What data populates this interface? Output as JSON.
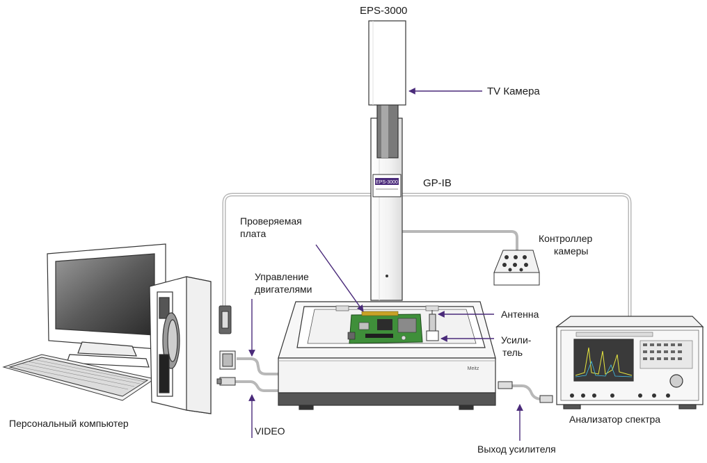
{
  "labels": {
    "eps_title": "EPS-3000",
    "tv_camera": "TV Камера",
    "gpib": "GP-IB",
    "board_line1": "Проверяемая",
    "board_line2": "плата",
    "motor_line1": "Управление",
    "motor_line2": "двигателями",
    "camctrl_line1": "Контроллер",
    "camctrl_line2": "камеры",
    "antenna": "Антенна",
    "amp_line1": "Усили-",
    "amp_line2": "тель",
    "pc": "Персональный компьютер",
    "video": "VIDEO",
    "amp_out": "Выход усилителя",
    "analyzer": "Анализатор спектра",
    "column_badge": "EPS-3000",
    "base_badge": "Meitz"
  },
  "colors": {
    "arrow": "#4a2a7a",
    "cable": "#b8b8b8",
    "outline": "#333333",
    "board_green": "#3f8f3a",
    "screen_dark": "#3a3a3a"
  }
}
